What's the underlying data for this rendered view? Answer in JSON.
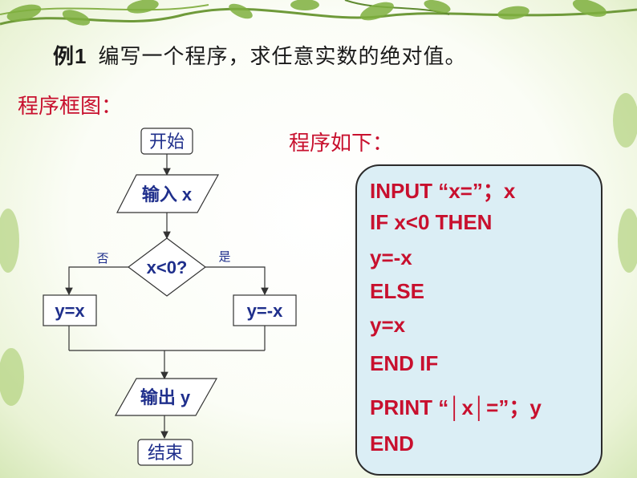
{
  "slide": {
    "example_label": "例1",
    "example_text": "编写一个程序，求任意实数的绝对值。",
    "flowchart_heading": "程序框图：",
    "program_heading": "程序如下："
  },
  "flowchart": {
    "start": "开始",
    "input": "输入 x",
    "decision": "x<0?",
    "no_label": "否",
    "yes_label": "是",
    "assign_no": "y=x",
    "assign_yes": "y=-x",
    "output": "输出 y",
    "end": "结束"
  },
  "program": {
    "lines": [
      "INPUT “x=”；x",
      "IF x<0  THEN",
      "y=-x",
      "ELSE",
      "y=x",
      "END   IF",
      "PRINT “│x│=”；y",
      "END"
    ]
  },
  "colors": {
    "accent_red": "#c8102e",
    "flow_text_blue": "#1f2f8c",
    "code_background": "#dbeef5"
  }
}
